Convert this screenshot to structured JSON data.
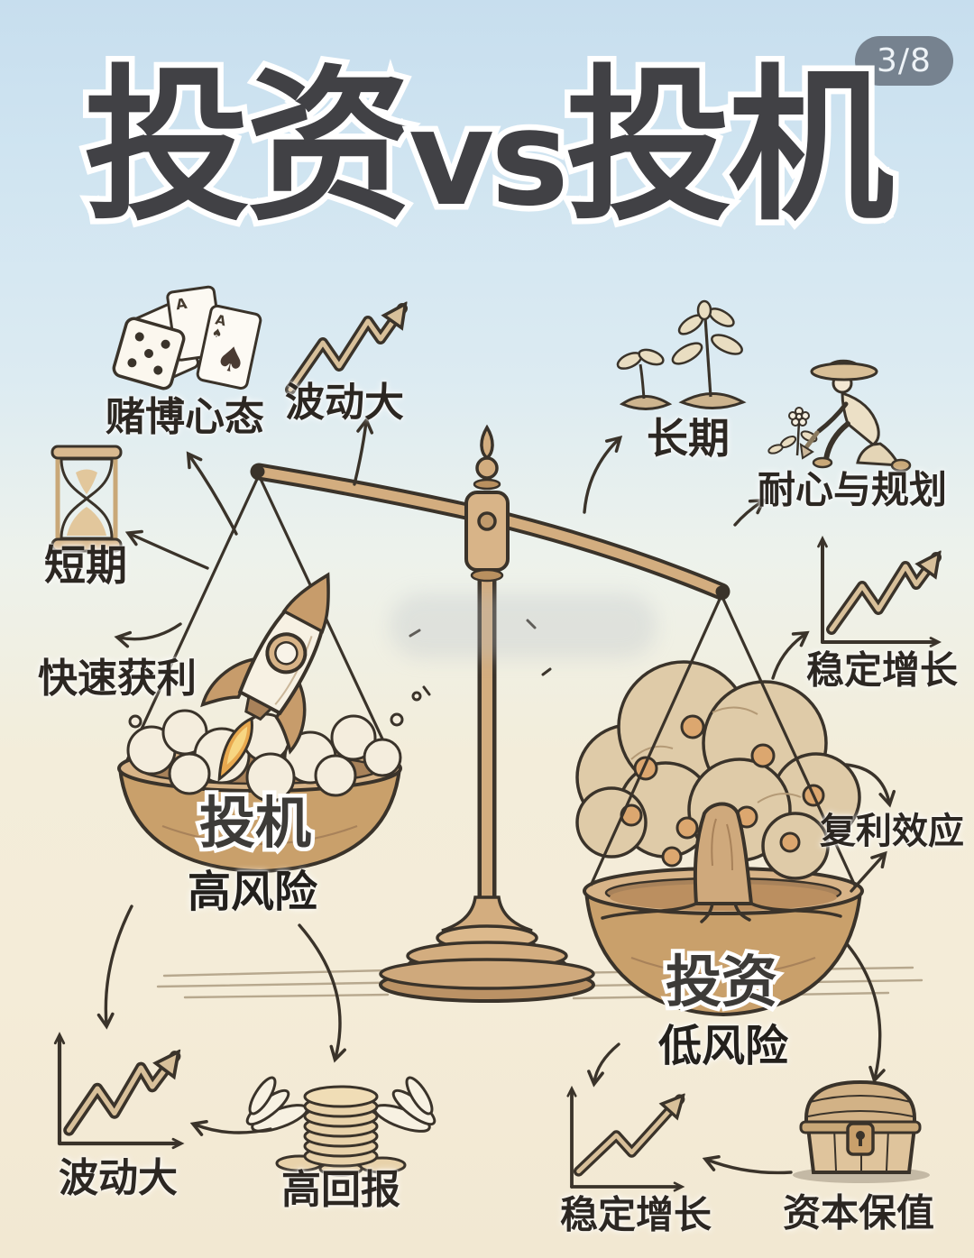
{
  "page": {
    "badge_label": "3/8",
    "background_top": "#cde3f0",
    "background_bottom": "#f4ecd8",
    "ink_color": "#3a332a",
    "wood_color": "#d3ad7f",
    "badge_color": "#76828f",
    "title_color": "#414145"
  },
  "title": {
    "left": "投资",
    "vs": "vs",
    "right": "投机"
  },
  "speculation": {
    "pan_label": "投机",
    "risk_label": "高风险",
    "gambling_label": "赌博心态",
    "volatility_top_label": "波动大",
    "short_term_label": "短期",
    "quick_profit_label": "快速获利",
    "volatility_bottom_label": "波动大",
    "high_return_label": "高回报"
  },
  "investment": {
    "pan_label": "投资",
    "risk_label": "低风险",
    "long_term_label": "长期",
    "patience_label": "耐心与规划",
    "steady_growth_top_label": "稳定增长",
    "compound_label": "复利效应",
    "steady_growth_bottom_label": "稳定增长",
    "capital_label": "资本保值"
  },
  "icons": {
    "ace_glyph": "A",
    "spade_glyph": "♠"
  }
}
